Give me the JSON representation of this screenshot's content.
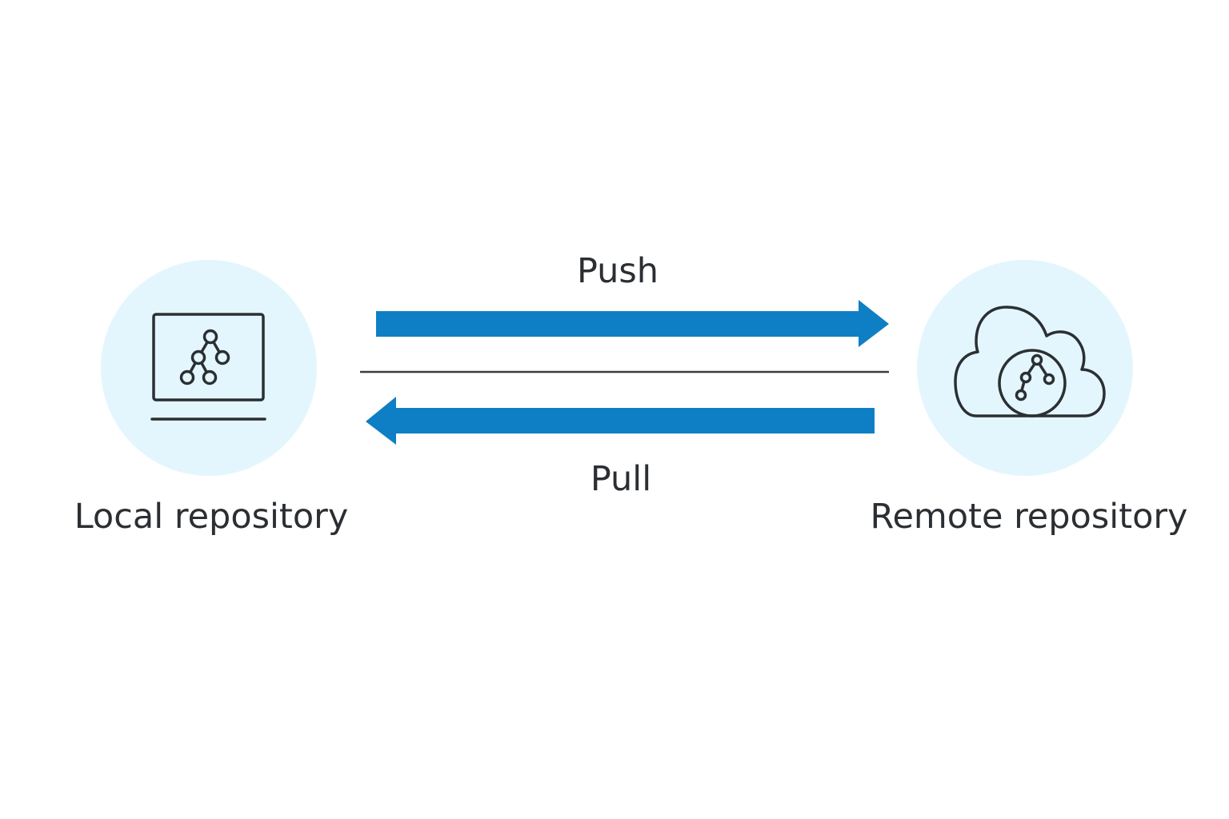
{
  "local": {
    "label": "Local repository"
  },
  "remote": {
    "label": "Remote repository"
  },
  "push": {
    "label": "Push"
  },
  "pull": {
    "label": "Pull"
  },
  "colors": {
    "arrow": "#0e7fc4",
    "circle_fill": "#e3f6fd",
    "icon_stroke": "#2b2f33",
    "divider": "#3a3d40"
  },
  "icons": {
    "local": "laptop-git-icon",
    "remote": "cloud-git-icon"
  }
}
